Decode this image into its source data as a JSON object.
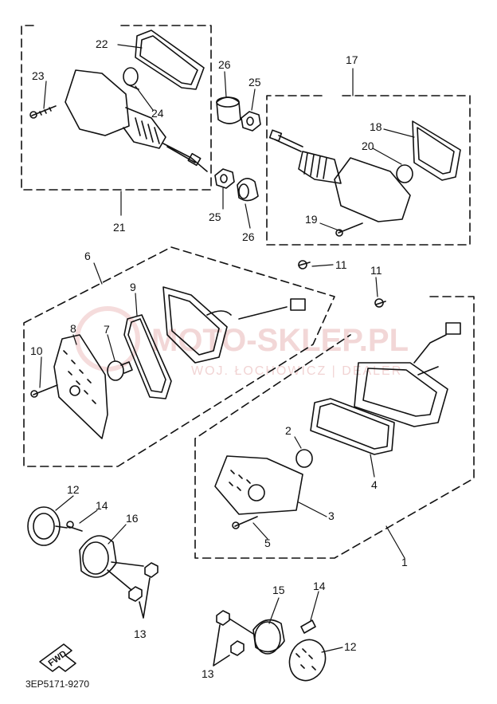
{
  "diagram": {
    "part_numbers": {
      "p1": "1",
      "p2": "2",
      "p3": "3",
      "p4": "4",
      "p5": "5",
      "p6": "6",
      "p7": "7",
      "p8": "8",
      "p9": "9",
      "p10": "10",
      "p11a": "11",
      "p11b": "11",
      "p12a": "12",
      "p12b": "12",
      "p13a": "13",
      "p13b": "13",
      "p14a": "14",
      "p14b": "14",
      "p15": "15",
      "p16": "16",
      "p17": "17",
      "p18": "18",
      "p19": "19",
      "p20": "20",
      "p21": "21",
      "p22": "22",
      "p23": "23",
      "p24": "24",
      "p25a": "25",
      "p25b": "25",
      "p26a": "26",
      "p26b": "26"
    },
    "watermark": {
      "main": "MOTO-SKLEP.PL",
      "sub": "WOJ. ŁOCHOWICZ | DEALER"
    },
    "fwd_label": "FWD",
    "drawing_code": "3EP5171-9270"
  }
}
